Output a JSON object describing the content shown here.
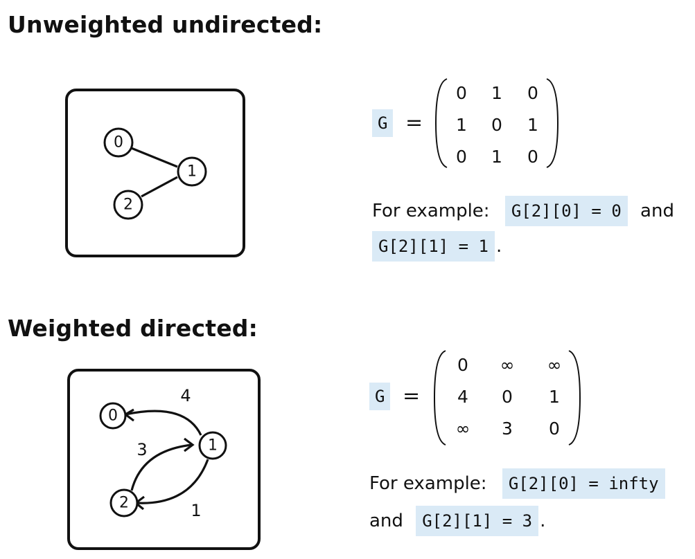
{
  "sections": [
    {
      "heading": "Unweighted undirected:",
      "graph": {
        "nodes": [
          {
            "label": "0"
          },
          {
            "label": "1"
          },
          {
            "label": "2"
          }
        ],
        "edges": [
          {
            "from": "0",
            "to": "1",
            "directed": false
          },
          {
            "from": "2",
            "to": "1",
            "directed": false
          }
        ]
      },
      "equation": {
        "variable": "G",
        "equals": "=",
        "matrix": [
          [
            "0",
            "1",
            "0"
          ],
          [
            "1",
            "0",
            "1"
          ],
          [
            "0",
            "1",
            "0"
          ]
        ]
      },
      "example": {
        "intro": "For example:",
        "code1": "G[2][0] = 0",
        "joiner": "and",
        "code2": "G[2][1] = 1",
        "end": "."
      }
    },
    {
      "heading": "Weighted directed:",
      "graph": {
        "nodes": [
          {
            "label": "0"
          },
          {
            "label": "1"
          },
          {
            "label": "2"
          }
        ],
        "edges": [
          {
            "from": "1",
            "to": "0",
            "directed": true,
            "weight": "4"
          },
          {
            "from": "2",
            "to": "1",
            "directed": true,
            "weight": "3"
          },
          {
            "from": "1",
            "to": "2",
            "directed": true,
            "weight": "1"
          }
        ]
      },
      "equation": {
        "variable": "G",
        "equals": "=",
        "matrix": [
          [
            "0",
            "∞",
            "∞"
          ],
          [
            "4",
            "0",
            "1"
          ],
          [
            "∞",
            "3",
            "0"
          ]
        ]
      },
      "example": {
        "intro": "For example:",
        "code1": "G[2][0] = infty",
        "joiner": "and",
        "code2": "G[2][1] = 3",
        "end": "."
      }
    }
  ]
}
